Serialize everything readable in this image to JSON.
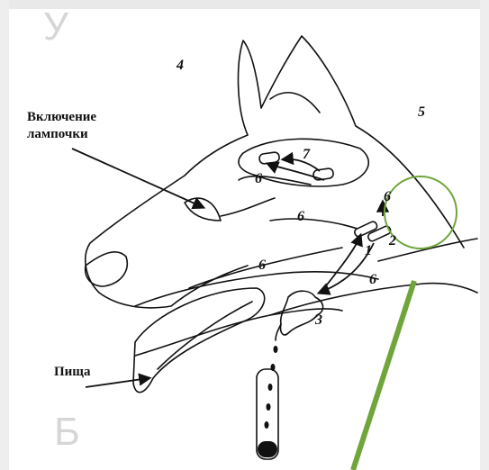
{
  "corner_letters": {
    "top": "У",
    "bottom": "Б"
  },
  "labels": {
    "lamp_line1": "Включение",
    "lamp_line2": "лампочки",
    "food": "Пища"
  },
  "numbers": {
    "n1": "1",
    "n2": "2",
    "n3": "3",
    "n4": "4",
    "n5": "5",
    "n6a": "6",
    "n6b": "6",
    "n6c": "6",
    "n6d": "6",
    "n6e": "6",
    "n7": "7"
  },
  "colors": {
    "ink": "#111111",
    "highlight": "#6fa53b"
  }
}
